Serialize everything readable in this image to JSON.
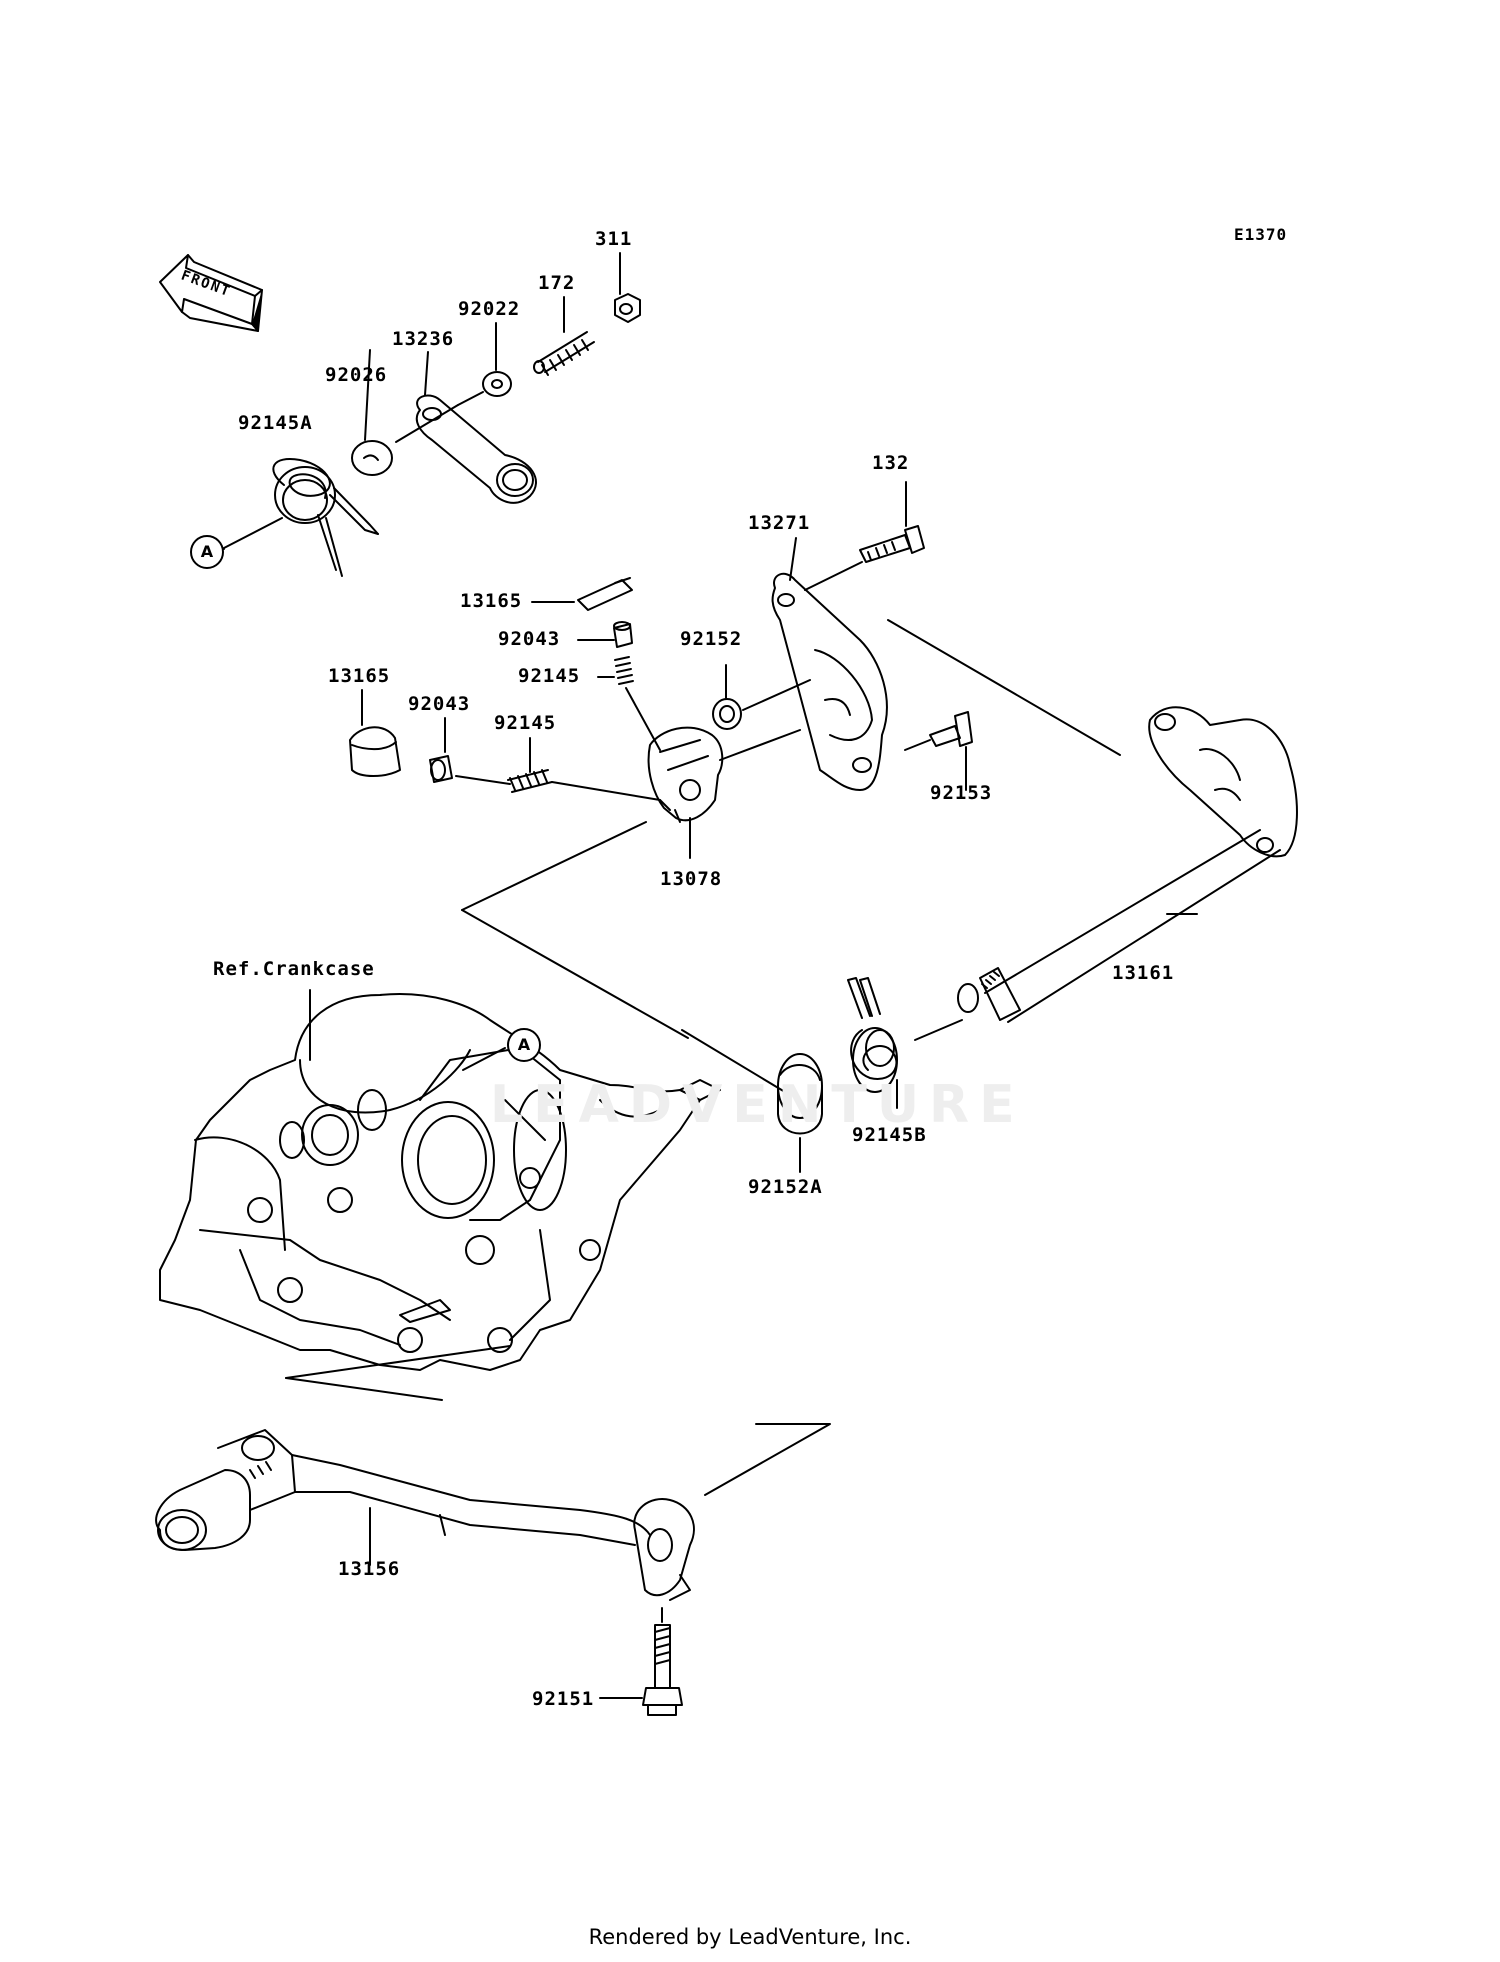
{
  "diagram_code": "E1370",
  "front_arrow_text": "FRONT",
  "callout_letter": "A",
  "watermark": "LEADVENTURE",
  "footer": "Rendered by LeadVenture, Inc.",
  "parts": {
    "p311": "311",
    "p172": "172",
    "p92022": "92022",
    "p13236": "13236",
    "p92026": "92026",
    "p92145A": "92145A",
    "p132": "132",
    "p13271": "13271",
    "p13165_top": "13165",
    "p92043_top": "92043",
    "p92152": "92152",
    "p92145_top": "92145",
    "p13165_left": "13165",
    "p92043_left": "92043",
    "p92145_left": "92145",
    "p92153": "92153",
    "p13078": "13078",
    "ref_crankcase": "Ref.Crankcase",
    "p13161": "13161",
    "p92145B": "92145B",
    "p92152A": "92152A",
    "p13156": "13156",
    "p92151": "92151"
  }
}
